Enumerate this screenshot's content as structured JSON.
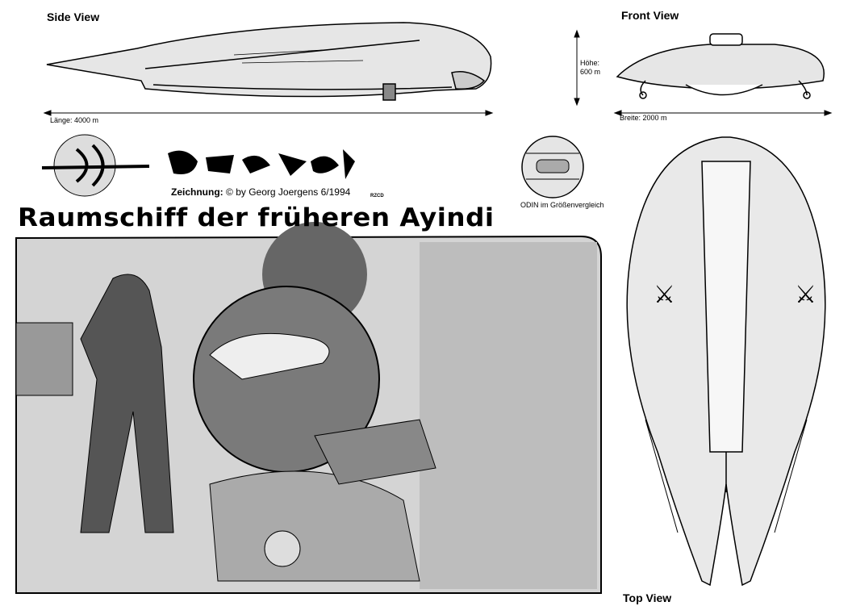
{
  "views": {
    "side": "Side View",
    "front": "Front View",
    "top": "Top View"
  },
  "dimensions": {
    "height": "Höhe:\n600 m",
    "height_label": "Höhe:",
    "height_value": "600 m",
    "length": "Länge: 4000 m",
    "width": "Breite: 2000 m"
  },
  "credit": {
    "label": "Zeichnung:",
    "copyright_symbol": "©",
    "text": "by Georg Joergens  6/1994",
    "tag": "RZCD"
  },
  "title": "Raumschiff der früheren Ayindi",
  "comparison_caption": "ODIN im Größenvergleich",
  "logo_text": "Ayindi-script logo"
}
